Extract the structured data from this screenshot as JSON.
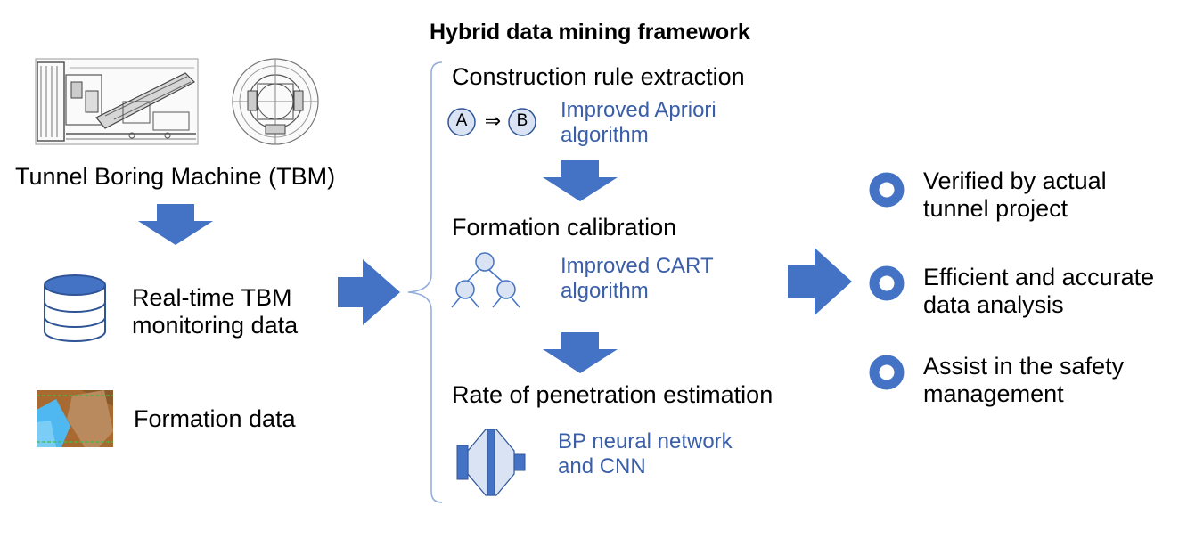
{
  "title": "Hybrid data mining framework",
  "colors": {
    "arrow": "#4472c4",
    "text_blue": "#3a5fa8",
    "light_fill": "#dae3f3",
    "stroke": "#2f5597"
  },
  "left": {
    "tbm_label": "Tunnel Boring Machine (TBM)",
    "monitoring_line1": "Real-time TBM",
    "monitoring_line2": "monitoring data",
    "formation_label": "Formation data"
  },
  "middle": {
    "step1_title": "Construction rule extraction",
    "rule_a": "A",
    "rule_implies": "⇒",
    "rule_b": "B",
    "step1_method_line1": "Improved Apriori",
    "step1_method_line2": "algorithm",
    "step2_title": "Formation calibration",
    "step2_method_line1": "Improved CART",
    "step2_method_line2": "algorithm",
    "step3_title": "Rate of penetration estimation",
    "step3_method_line1": "BP neural network",
    "step3_method_line2": "and CNN"
  },
  "right": {
    "items": [
      {
        "line1": "Verified by actual",
        "line2": "tunnel project"
      },
      {
        "line1": "Efficient and accurate",
        "line2": "data analysis"
      },
      {
        "line1": "Assist in the safety",
        "line2": "management"
      }
    ]
  }
}
